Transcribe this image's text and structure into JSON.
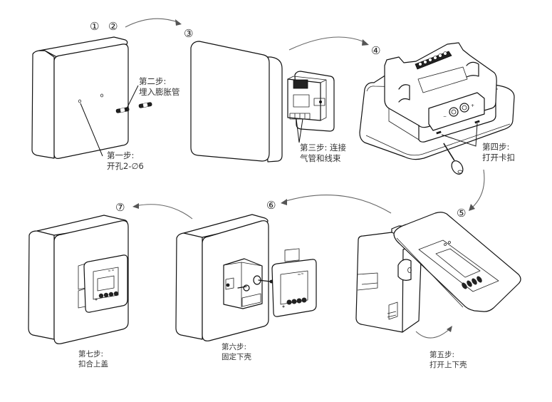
{
  "diagram": {
    "type": "installation-steps",
    "step_numbers": [
      "①",
      "②",
      "③",
      "④",
      "⑤",
      "⑥",
      "⑦"
    ],
    "steps": [
      {
        "id": 1,
        "title": "第一步:",
        "desc": "开孔2-∅6"
      },
      {
        "id": 2,
        "title": "第二步:",
        "desc": "埋入膨胀管"
      },
      {
        "id": 3,
        "title": "第三步: 连接",
        "desc": "气管和线束"
      },
      {
        "id": 4,
        "title": "第四步:",
        "desc": "打开卡扣"
      },
      {
        "id": 5,
        "title": "第五步:",
        "desc": "打开上下壳"
      },
      {
        "id": 6,
        "title": "第六步:",
        "desc": "固定下壳"
      },
      {
        "id": 7,
        "title": "第七步:",
        "desc": "扣合上盖"
      }
    ],
    "flow": [
      "1-2",
      "3",
      "4",
      "5",
      "6",
      "7"
    ],
    "colors": {
      "line": "#111111",
      "arrow": "#666666",
      "text": "#333333",
      "background": "#ffffff"
    }
  }
}
